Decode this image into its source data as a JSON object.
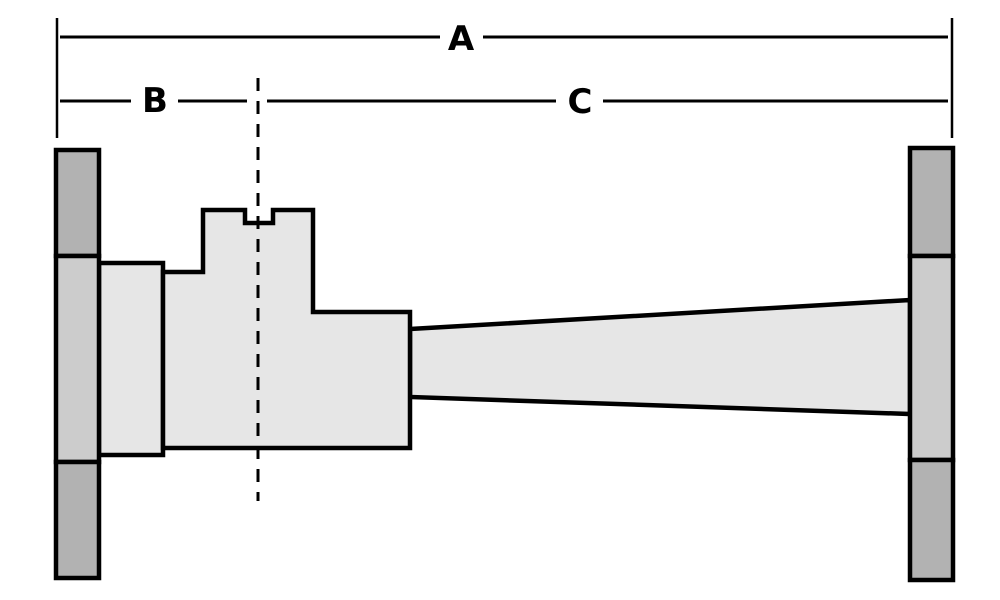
{
  "figure": {
    "dimension_labels": {
      "overall": "A",
      "left_section": "B",
      "right_section": "C"
    }
  },
  "colors": {
    "background": "#ffffff",
    "line": "#000000",
    "flange_end_fill": "#b2b2b2",
    "flange_mid_fill": "#cccccc",
    "body_fill": "#e6e6e6"
  }
}
